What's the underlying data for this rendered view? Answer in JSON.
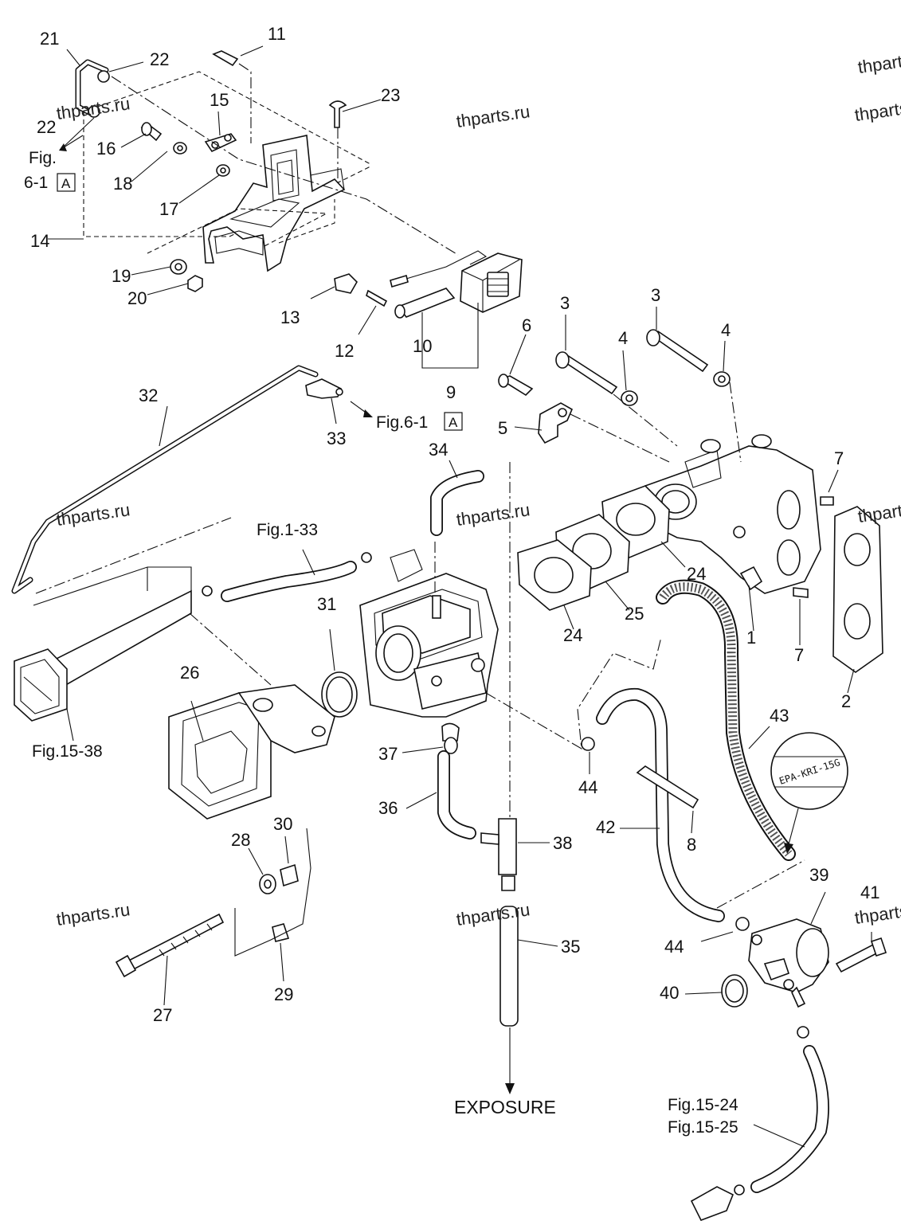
{
  "callouts": {
    "n1": "1",
    "n2": "2",
    "n3a": "3",
    "n3b": "3",
    "n4a": "4",
    "n4b": "4",
    "n5": "5",
    "n6": "6",
    "n7a": "7",
    "n7b": "7",
    "n8": "8",
    "n9": "9",
    "n10": "10",
    "n11": "11",
    "n12": "12",
    "n13": "13",
    "n14": "14",
    "n15": "15",
    "n16": "16",
    "n17": "17",
    "n18": "18",
    "n19": "19",
    "n20": "20",
    "n21": "21",
    "n22a": "22",
    "n22b": "22",
    "n23": "23",
    "n24a": "24",
    "n24b": "24",
    "n25": "25",
    "n26": "26",
    "n27": "27",
    "n28": "28",
    "n29": "29",
    "n30": "30",
    "n31": "31",
    "n32": "32",
    "n33": "33",
    "n34": "34",
    "n35": "35",
    "n36": "36",
    "n37": "37",
    "n38": "38",
    "n39": "39",
    "n40": "40",
    "n41": "41",
    "n42": "42",
    "n43": "43",
    "n44a": "44",
    "n44b": "44"
  },
  "references": {
    "fig6_1_top_line1": "Fig.",
    "fig6_1_top_line2": "6-1",
    "fig6_1_top_box": "A",
    "fig6_1_mid": "Fig.6-1",
    "fig6_1_mid_box": "A",
    "fig1_33": "Fig.1-33",
    "fig15_38": "Fig.15-38",
    "fig15_24": "Fig.15-24",
    "fig15_25": "Fig.15-25",
    "exposure": "EXPOSURE"
  },
  "label_tag": {
    "text": "EPA-KRI-15G"
  },
  "watermarks": {
    "w1": "thparts.ru",
    "w2": "thparts.ru",
    "w3": "thparts.ru",
    "w4": "thparts.ru",
    "w5": "thparts.ru",
    "w6": "thparts.ru",
    "w7": "thparts.ru",
    "w8": "thparts.ru",
    "w9": "thparts.ru",
    "w10": "thparts.ru"
  }
}
